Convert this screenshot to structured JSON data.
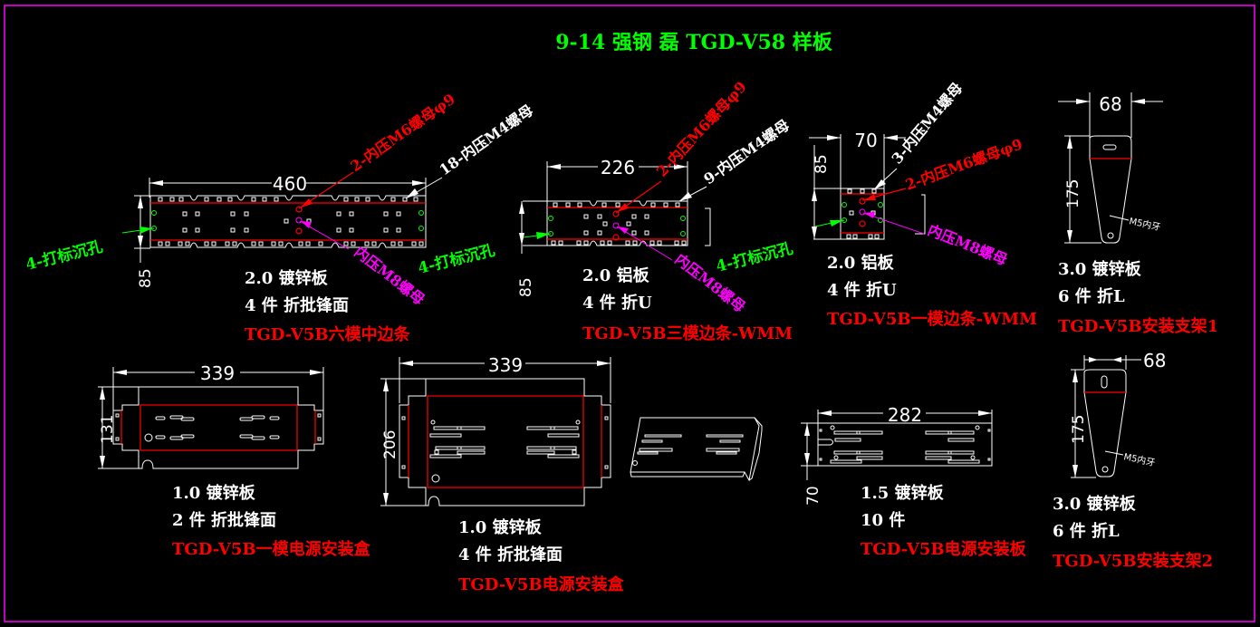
{
  "title": "9-14 强钢 磊 TGD-V58 样板",
  "colors": {
    "background": "#000000",
    "frame": "#ff00ff",
    "title": "#00ff00",
    "outline": "#ffffff",
    "part_name": "#ff0000",
    "bend_line": "#ff0000",
    "m6_callout": "#ff0000",
    "m8_callout": "#ff00ff",
    "mark_hole_callout": "#00ff00",
    "m4_callout": "#ffffff"
  },
  "parts": [
    {
      "id": "six-module-middle-edge-strip",
      "width_dim": "460",
      "height_dim": "85",
      "material": "2.0 镀锌板",
      "qty_process": "4 件 折批锋面",
      "name": "TGD-V5B六模中边条",
      "callouts": {
        "m6": "2-内压M6螺母φ9",
        "m4": "18-内压M4螺母",
        "mark": "4-打标沉孔",
        "m8": "内压M8螺母"
      }
    },
    {
      "id": "three-module-edge-strip",
      "width_dim": "226",
      "height_dim": "85",
      "material": "2.0 铝板",
      "qty_process": "4 件 折U",
      "name": "TGD-V5B三模边条-WMM",
      "callouts": {
        "m6": "2-内压M6螺母φ9",
        "m4": "9-内压M4螺母",
        "mark": "4-打标沉孔",
        "m8": "内压M8螺母"
      }
    },
    {
      "id": "one-module-edge-strip",
      "width_dim": "70",
      "height_dim": "85",
      "material": "2.0 铝板",
      "qty_process": "4 件 折U",
      "name": "TGD-V5B一模边条-WMM",
      "callouts": {
        "m6": "2-内压M6螺母φ9",
        "m4": "3-内压M4螺母",
        "mark": "4-打标沉孔",
        "m8": "内压M8螺母"
      }
    },
    {
      "id": "mounting-bracket-1",
      "width_dim": "68",
      "height_dim": "175",
      "thread_note": "M5内牙",
      "material": "3.0 镀锌板",
      "qty_process": "6 件 折L",
      "name": "TGD-V5B安装支架1"
    },
    {
      "id": "one-module-power-box",
      "width_dim": "339",
      "height_dim": "131",
      "material": "1.0 镀锌板",
      "qty_process": "2 件 折批锋面",
      "name": "TGD-V5B一模电源安装盒"
    },
    {
      "id": "power-box",
      "width_dim": "339",
      "height_dim": "206",
      "material": "1.0 镀锌板",
      "qty_process": "4 件 折批锋面",
      "name": "TGD-V5B电源安装盒"
    },
    {
      "id": "power-mounting-plate",
      "width_dim": "282",
      "height_dim": "70",
      "material": "1.5 镀锌板",
      "qty_process": "10 件",
      "name": "TGD-V5B电源安装板"
    },
    {
      "id": "mounting-bracket-2",
      "width_dim": "68",
      "height_dim": "175",
      "thread_note": "M5内牙",
      "material": "3.0 镀锌板",
      "qty_process": "6 件 折L",
      "name": "TGD-V5B安装支架2"
    }
  ]
}
